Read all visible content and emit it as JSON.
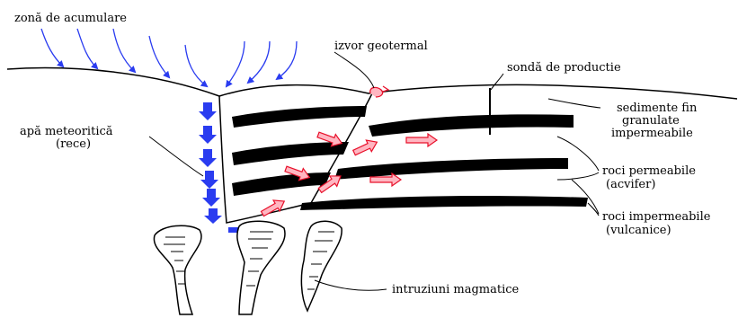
{
  "labels": {
    "accumulation_zone": "zonă de acumulare",
    "geothermal_spring": "izvor geotermal",
    "production_well": "sondă de productie",
    "fine_sediments_l1": "sedimente fin",
    "fine_sediments_l2": "granulate",
    "fine_sediments_l3": "impermeabile",
    "meteoric_water_l1": "apă meteoritică",
    "meteoric_water_l2": "(rece)",
    "permeable_rocks_l1": "roci permeabile",
    "permeable_rocks_l2": "(acvifer)",
    "impermeable_rocks_l1": "roci impermeabile",
    "impermeable_rocks_l2": "(vulcanice)",
    "magmatic_intrusions": "intruziuni magmatice"
  },
  "colors": {
    "cold_water": "#2a3cf0",
    "hot_water_fill": "#ffb6c1",
    "hot_water_stroke": "#e8102a",
    "rock": "#000000"
  }
}
